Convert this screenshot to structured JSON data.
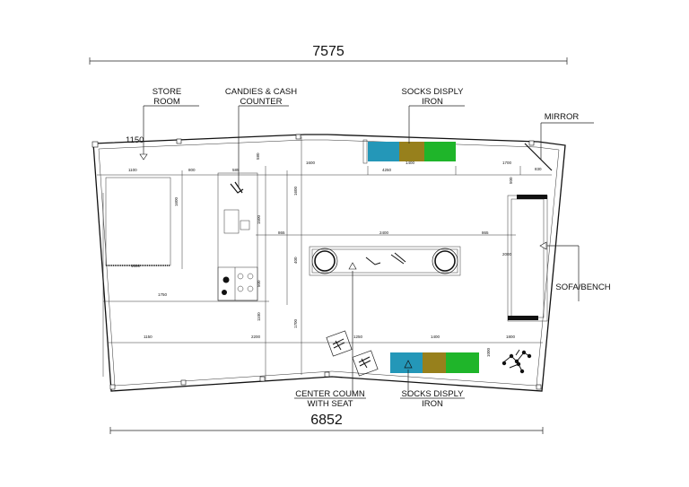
{
  "dimensions": {
    "top_overall": "7575",
    "bottom_overall": "6852",
    "top_left_small": "1150",
    "top_row": [
      "1100",
      "800",
      "585",
      "580",
      "1600",
      "4250",
      "1400",
      "1700",
      "830",
      "500"
    ],
    "vertical_left": [
      "1600",
      "1500",
      "500",
      "1100"
    ],
    "vertical_center": [
      "1600",
      "400",
      "1700"
    ],
    "center_row": [
      "865",
      "2400",
      "865"
    ],
    "sofa": "2000",
    "bottom_row": [
      "1150",
      "2200",
      "1250",
      "1400",
      "1800"
    ],
    "bottom_right": "1000",
    "misc": [
      "1750",
      "1600"
    ]
  },
  "labels": {
    "store_room": [
      "STORE",
      "ROOM"
    ],
    "candies_counter": [
      "CANDIES & CASH",
      "COUNTER"
    ],
    "socks_top": [
      "SOCKS DISPLY",
      "IRON"
    ],
    "mirror": "MIRROR",
    "sofa_bench": "SOFA/BENCH",
    "center_column": [
      "CENTER COUMN",
      "WITH SEAT"
    ],
    "socks_bottom": [
      "SOCKS DISPLY",
      "IRON"
    ]
  },
  "colors": {
    "teal": "#2497b8",
    "olive": "#97801c",
    "green": "#1fb52a",
    "line": "#222222"
  }
}
